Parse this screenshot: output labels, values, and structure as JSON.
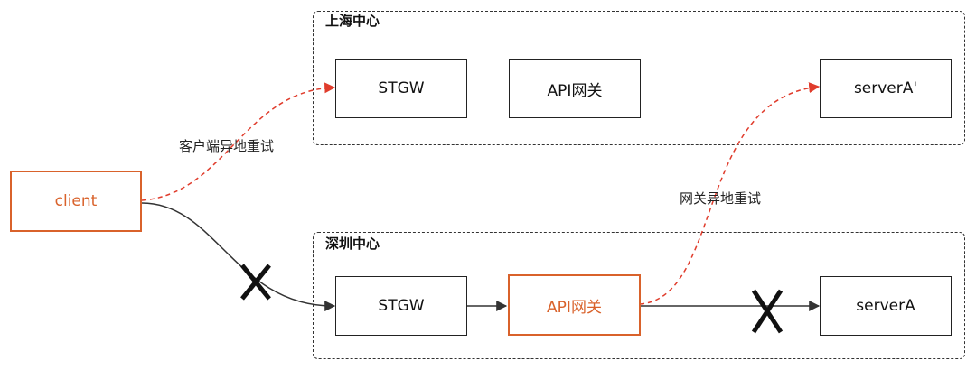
{
  "regions": {
    "shanghai": {
      "title": "上海中心"
    },
    "shenzhen": {
      "title": "深圳中心"
    }
  },
  "nodes": {
    "client": "client",
    "sh_stgw": "STGW",
    "sh_api": "API网关",
    "sh_server": "serverA'",
    "sz_stgw": "STGW",
    "sz_api": "API网关",
    "sz_server": "serverA"
  },
  "labels": {
    "client_retry": "客户端异地重试",
    "gateway_retry": "网关异地重试"
  },
  "colors": {
    "highlight": "#d9622b",
    "retry_edge": "#e03c2c",
    "normal_edge": "#333333",
    "failure_mark": "#111111"
  }
}
